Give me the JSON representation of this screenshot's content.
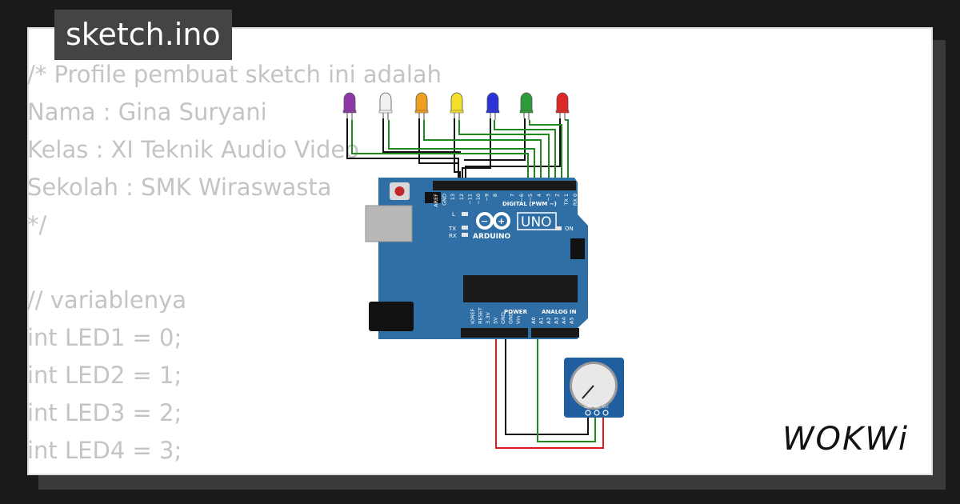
{
  "title": "sketch.ino",
  "code_lines": [
    "/* Profile pembuat sketch ini adalah",
    "Nama : Gina Suryani",
    "Kelas : XI Teknik Audio Video",
    "Sekolah : SMK Wiraswasta",
    "*/",
    "",
    "// variablenya",
    "int LED1 = 0;",
    "int LED2 = 1;",
    "int LED3 = 2;",
    "int LED4 = 3;"
  ],
  "board": {
    "model": "UNO",
    "brand": "ARDUINO",
    "digital_label": "DIGITAL (PWM ~)",
    "power_label": "POWER",
    "analog_label": "ANALOG IN",
    "on_label": "ON",
    "l_label": "L",
    "tx_label": "TX",
    "rx_label": "RX",
    "top_pins": [
      "AREF",
      "GND",
      "13",
      "12",
      "~11",
      "~10",
      "~9",
      "8",
      "7",
      "~6",
      "~5",
      "4",
      "~3",
      "2",
      "TX 1",
      "RX 0"
    ],
    "power_pins": [
      "IOREF",
      "RESET",
      "3.3V",
      "5V",
      "GND",
      "GND",
      "Vin"
    ],
    "analog_pins": [
      "A0",
      "A1",
      "A2",
      "A3",
      "A4",
      "A5"
    ],
    "color": "#2f6fa6"
  },
  "potentiometer": {
    "pins": [
      "GND",
      "SIG",
      "VCC"
    ]
  },
  "leds": [
    {
      "color": "#8e3aa6"
    },
    {
      "color": "#f0f0f0"
    },
    {
      "color": "#f0a020"
    },
    {
      "color": "#f2e02a"
    },
    {
      "color": "#2a33d6"
    },
    {
      "color": "#2f9a3a"
    },
    {
      "color": "#e02828"
    }
  ],
  "logo": "WOKWi",
  "colors": {
    "wire_green": "#1e8a1e",
    "wire_black": "#111111",
    "wire_red": "#e01a1a"
  }
}
